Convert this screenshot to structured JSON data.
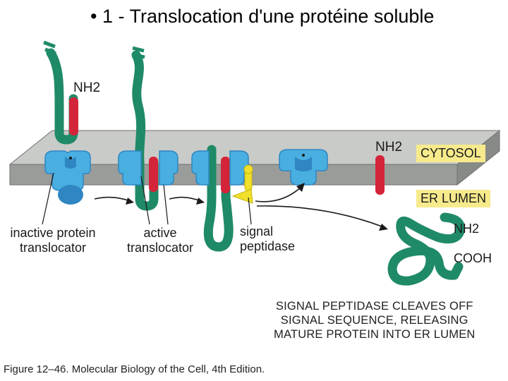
{
  "title": "1 - Translocation d'une protéine soluble",
  "labels": {
    "nh2_1": "NH2",
    "nh2_2": "NH2",
    "nh2_3": "NH2",
    "cooh": "COOH",
    "cytosol": "CYTOSOL",
    "er_lumen": "ER LUMEN",
    "inactive": [
      "inactive protein",
      "translocator"
    ],
    "active": [
      "active",
      "translocator"
    ],
    "signal": [
      "signal",
      "peptidase"
    ]
  },
  "note": [
    "SIGNAL PEPTIDASE CLEAVES OFF",
    "SIGNAL SEQUENCE, RELEASING",
    "MATURE PROTEIN INTO ER LUMEN"
  ],
  "caption": "Figure 12–46. Molecular Biology of the Cell, 4th Edition.",
  "colors": {
    "membrane_top": "#c9cbc8",
    "membrane_front": "#9a9c99",
    "protein": "#1f8a68",
    "signal_seq": "#d4243a",
    "translocator": "#49aee0",
    "translocator_dark": "#2f86c2",
    "peptidase": "#f2e12a",
    "label_box": "#f7ea8c"
  }
}
